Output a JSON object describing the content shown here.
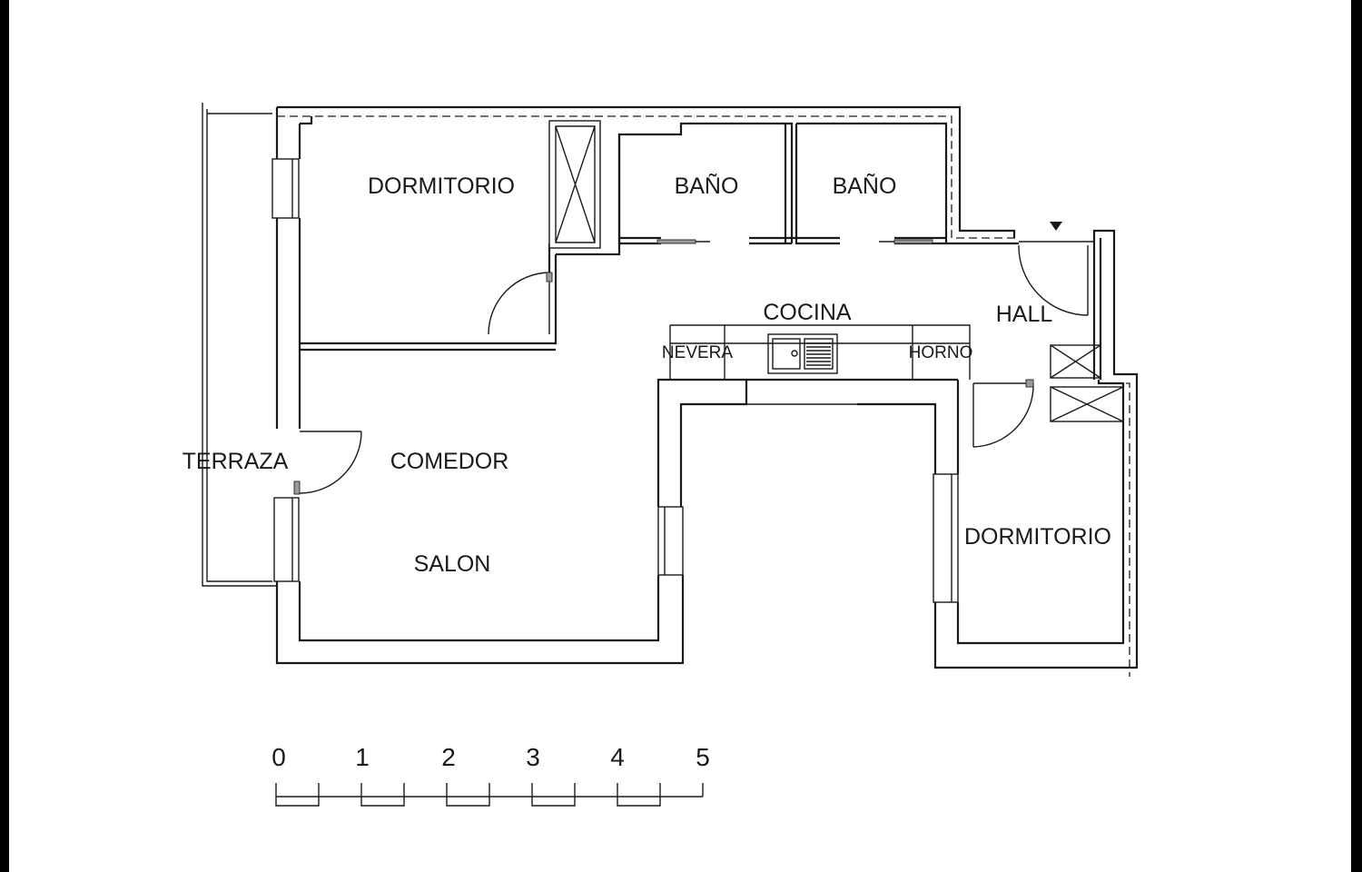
{
  "rooms": {
    "dormitorio_1": "DORMITORIO",
    "bano_1": "BAÑO",
    "bano_2": "BAÑO",
    "cocina": "COCINA",
    "hall": "HALL",
    "nevera": "NEVERA",
    "horno": "HORNO",
    "terraza": "TERRAZA",
    "comedor": "COMEDOR",
    "salon": "SALON",
    "dormitorio_2": "DORMITORIO"
  },
  "scale": {
    "ticks": [
      "0",
      "1",
      "2",
      "3",
      "4",
      "5"
    ]
  },
  "colors": {
    "background": "#000000",
    "paper": "#ffffff",
    "ink": "#1a1a1a"
  }
}
